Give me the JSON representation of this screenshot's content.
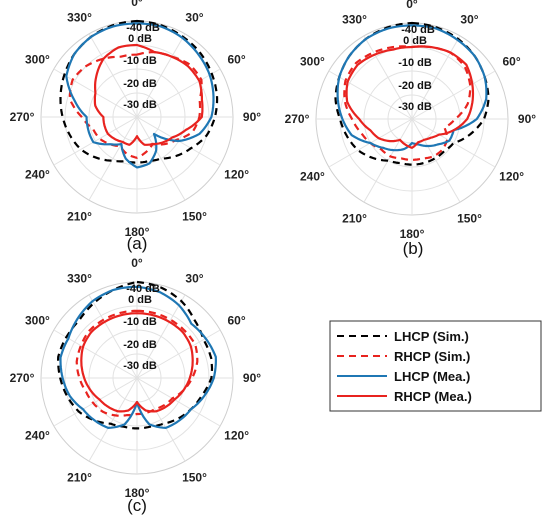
{
  "chart_data": [
    {
      "type": "polar-line",
      "panel_label": "(a)",
      "angle_ticks": [
        "0°",
        "30°",
        "60°",
        "90°",
        "120°",
        "150°",
        "180°",
        "210°",
        "240°",
        "270°",
        "300°",
        "330°"
      ],
      "radial_ticks": [
        "-40 dB",
        "0 dB",
        "-10 dB",
        "-20 dB",
        "-30 dB"
      ],
      "rlim": [
        -40,
        0
      ],
      "angle_direction": "clockwise",
      "zero_location": "top",
      "theta_deg": [
        0,
        15,
        30,
        45,
        60,
        75,
        90,
        105,
        120,
        135,
        150,
        165,
        180,
        195,
        210,
        225,
        240,
        255,
        270,
        285,
        300,
        315,
        330,
        345
      ],
      "series": [
        {
          "name": "LHCP (Sim.)",
          "values": [
            0,
            -0.5,
            -1.5,
            -2.5,
            -4,
            -5.5,
            -7.5,
            -10,
            -14,
            -17,
            -20,
            -21,
            -21,
            -21,
            -19,
            -16,
            -13,
            -11,
            -9,
            -7,
            -5,
            -3,
            -1.5,
            -0.5
          ]
        },
        {
          "name": "RHCP (Sim.)",
          "values": [
            -14,
            -12,
            -11,
            -9,
            -9,
            -13,
            -14,
            -16,
            -21,
            -24,
            -27,
            -25,
            -23,
            -24,
            -26,
            -24,
            -22,
            -21,
            -17,
            -11,
            -9,
            -10,
            -12,
            -14
          ]
        },
        {
          "name": "LHCP (Mea.)",
          "values": [
            -1,
            -1,
            -2,
            -3.5,
            -5,
            -7,
            -9,
            -13,
            -20,
            -30,
            -24,
            -20,
            -19,
            -22,
            -27,
            -24,
            -19,
            -19,
            -19,
            -13,
            -6,
            -3,
            -1.5,
            -1
          ]
        },
        {
          "name": "RHCP (Mea.)",
          "values": [
            -10,
            -12,
            -11,
            -10,
            -10,
            -12,
            -13,
            -19,
            -23,
            -25,
            -27,
            -28,
            -32,
            -28,
            -28,
            -27,
            -26,
            -26,
            -26,
            -22,
            -20,
            -16,
            -12,
            -10
          ]
        }
      ]
    },
    {
      "type": "polar-line",
      "panel_label": "(b)",
      "angle_ticks": [
        "0°",
        "30°",
        "60°",
        "90°",
        "120°",
        "150°",
        "180°",
        "210°",
        "240°",
        "270°",
        "300°",
        "330°"
      ],
      "radial_ticks": [
        "-40 dB",
        "0 dB",
        "-10 dB",
        "-20 dB",
        "-30 dB"
      ],
      "rlim": [
        -40,
        0
      ],
      "angle_direction": "clockwise",
      "zero_location": "top",
      "theta_deg": [
        0,
        15,
        30,
        45,
        60,
        75,
        90,
        105,
        120,
        135,
        150,
        165,
        180,
        195,
        210,
        225,
        240,
        255,
        270,
        285,
        300,
        315,
        330,
        345
      ],
      "series": [
        {
          "name": "LHCP (Sim.)",
          "values": [
            0,
            -0.5,
            -1.5,
            -3,
            -5,
            -7,
            -10,
            -15,
            -20,
            -21,
            -21,
            -21,
            -21,
            -21,
            -20,
            -17,
            -14,
            -12,
            -10,
            -7,
            -5,
            -3,
            -1.5,
            -0.5
          ]
        },
        {
          "name": "RHCP (Sim.)",
          "values": [
            -10,
            -9,
            -8,
            -9,
            -12,
            -16,
            -22,
            -26,
            -23,
            -22,
            -22,
            -23,
            -23,
            -23,
            -22,
            -22,
            -20,
            -18,
            -15,
            -11,
            -8,
            -7,
            -8,
            -9
          ]
        },
        {
          "name": "LHCP (Mea.)",
          "values": [
            -1,
            -1,
            -2,
            -3,
            -5,
            -8,
            -13,
            -22,
            -22,
            -25,
            -27,
            -29,
            -30,
            -27,
            -25,
            -23,
            -20,
            -14,
            -11,
            -8,
            -5,
            -3,
            -1.5,
            -1
          ]
        },
        {
          "name": "RHCP (Mea.)",
          "values": [
            -10,
            -9,
            -8,
            -8,
            -11,
            -14,
            -17,
            -22,
            -27,
            -29,
            -30,
            -30,
            -28,
            -29,
            -30,
            -27,
            -24,
            -22,
            -18,
            -12,
            -9,
            -8,
            -9,
            -10
          ]
        }
      ]
    },
    {
      "type": "polar-line",
      "panel_label": "(c)",
      "angle_ticks": [
        "0°",
        "30°",
        "60°",
        "90°",
        "120°",
        "150°",
        "180°",
        "210°",
        "240°",
        "270°",
        "300°",
        "330°"
      ],
      "radial_ticks": [
        "-40 dB",
        "0 dB",
        "-10 dB",
        "-20 dB",
        "-30 dB"
      ],
      "rlim": [
        -40,
        0
      ],
      "angle_direction": "clockwise",
      "zero_location": "top",
      "theta_deg": [
        0,
        15,
        30,
        45,
        60,
        75,
        90,
        105,
        120,
        135,
        150,
        165,
        180,
        195,
        210,
        225,
        240,
        255,
        270,
        285,
        300,
        315,
        330,
        345
      ],
      "series": [
        {
          "name": "LHCP (Sim.)",
          "values": [
            0,
            -1,
            -3,
            -6,
            -8,
            -8,
            -9,
            -12,
            -14,
            -16,
            -18,
            -19,
            -19,
            -19,
            -18,
            -15,
            -12,
            -10,
            -8,
            -6,
            -6,
            -6,
            -4,
            -2
          ]
        },
        {
          "name": "RHCP (Sim.)",
          "values": [
            -12,
            -12,
            -12,
            -12,
            -12,
            -14,
            -17,
            -20,
            -23,
            -24,
            -25,
            -25,
            -25,
            -24,
            -22,
            -20,
            -19,
            -18,
            -16,
            -14,
            -13,
            -12,
            -12,
            -12
          ]
        },
        {
          "name": "LHCP (Mea.)",
          "values": [
            -2,
            -3,
            -5,
            -8,
            -7,
            -6,
            -8,
            -11,
            -14,
            -15,
            -16,
            -20,
            -30,
            -20,
            -16,
            -15,
            -14,
            -11,
            -9,
            -7,
            -7,
            -5,
            -3,
            -2
          ]
        },
        {
          "name": "RHCP (Mea.)",
          "values": [
            -13,
            -13,
            -13,
            -13,
            -14,
            -16,
            -18,
            -20,
            -22,
            -23,
            -24,
            -26,
            -30,
            -26,
            -24,
            -23,
            -22,
            -20,
            -18,
            -16,
            -14,
            -13,
            -13,
            -13
          ]
        }
      ]
    }
  ],
  "legend": {
    "entries": [
      {
        "name": "LHCP (Sim.)",
        "color": "#000000",
        "dash": "dashed"
      },
      {
        "name": "RHCP (Sim.)",
        "color": "#e8231f",
        "dash": "dashed"
      },
      {
        "name": "LHCP (Mea.)",
        "color": "#1f77b4",
        "dash": "solid"
      },
      {
        "name": "RHCP (Mea.)",
        "color": "#e8231f",
        "dash": "solid"
      }
    ]
  }
}
